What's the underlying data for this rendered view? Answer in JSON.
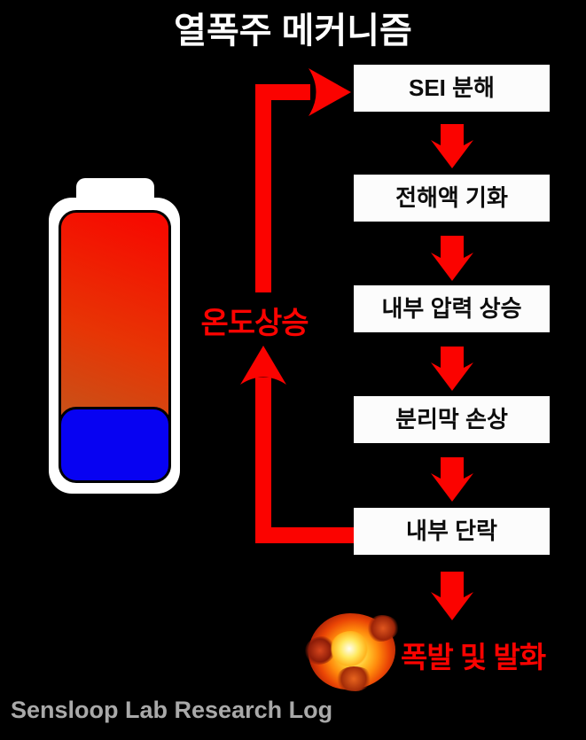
{
  "title": "열폭주 메커니즘",
  "flow": {
    "steps": [
      "SEI 분해",
      "전해액 기화",
      "내부 압력 상승",
      "분리막 손상",
      "내부 단락"
    ],
    "loop_label": "온도상승",
    "outcome_label": "폭발 및 발화"
  },
  "footer": "Sensloop Lab Research Log",
  "icons": {
    "battery": "battery-icon",
    "explosion": "explosion-fireball-icon",
    "down_arrow": "down-arrow-icon",
    "feedback_loop": "feedback-loop-arrow-icon"
  },
  "colors": {
    "background": "#000000",
    "arrow_red": "#fb0300",
    "box_background": "#fcfcfc",
    "box_text": "#0d0d0d",
    "battery_fill_top": "#f70900",
    "battery_fill_bottom": "#bf5a1e",
    "battery_charge_blue": "#0702f2",
    "footer_text": "#a9a9a9"
  }
}
